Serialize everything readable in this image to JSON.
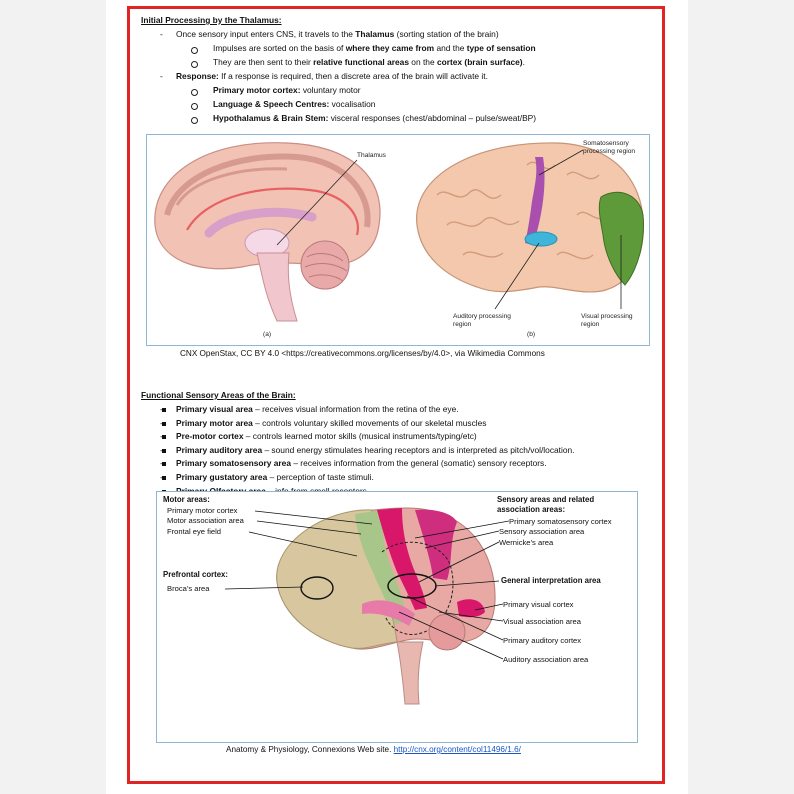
{
  "section1": {
    "title": "Initial Processing by the Thalamus:",
    "b1": {
      "pre": "Once sensory input enters CNS, it travels to the ",
      "bold": "Thalamus",
      "post": " (sorting station of the brain)"
    },
    "s1": {
      "pre": "Impulses are sorted on the basis of ",
      "b1": "where they came from",
      "mid": " and the ",
      "b2": "type of sensation"
    },
    "s2": {
      "pre": "They are then sent to their ",
      "b1": "relative functional areas",
      "mid": " on the ",
      "b2": "cortex (brain surface)",
      "post": "."
    },
    "b2": {
      "bold": "Response:",
      "post": " If a response is required, then a discrete area of the brain will activate it."
    },
    "r1": {
      "bold": "Primary motor cortex:",
      "post": " voluntary motor"
    },
    "r2": {
      "bold": "Language & Speech Centres:",
      "post": " vocalisation"
    },
    "r3": {
      "bold": "Hypothalamus & Brain Stem:",
      "post": " visceral responses (chest/abdominal – pulse/sweat/BP)"
    }
  },
  "figure1": {
    "thalamus": "Thalamus",
    "somato1": "Somatosensory",
    "somato2": "processing region",
    "auditory1": "Auditory processing",
    "auditory2": "region",
    "visual1": "Visual processing",
    "visual2": "region",
    "panel_a": "(a)",
    "panel_b": "(b)",
    "caption": "CNX OpenStax, CC BY 4.0 <https://creativecommons.org/licenses/by/4.0>, via Wikimedia Commons"
  },
  "section2": {
    "title": "Functional Sensory Areas of the Brain:",
    "items": [
      {
        "bold": "Primary visual area",
        "post": " – receives visual information from the retina of the eye."
      },
      {
        "bold": "Primary motor area",
        "post": " – controls voluntary skilled movements of our skeletal muscles"
      },
      {
        "bold": "Pre-motor cortex",
        "post": " – controls learned motor skills (musical instruments/typing/etc)"
      },
      {
        "bold": "Primary auditory area",
        "post": " – sound energy stimulates hearing receptors and is interpreted as pitch/vol/location."
      },
      {
        "bold": "Primary somatosensory area",
        "post": " – receives information from the general (somatic) sensory receptors."
      },
      {
        "bold": "Primary gustatory area",
        "post": " – perception of taste stimuli."
      },
      {
        "bold": "Primary Olfactory area",
        "post": " – info from smell receptors"
      }
    ]
  },
  "figure2": {
    "motor_areas": "Motor areas:",
    "primary_motor": "Primary motor cortex",
    "motor_assoc": "Motor association area",
    "frontal_eye": "Frontal eye field",
    "prefrontal": "Prefrontal cortex:",
    "broca": "Broca’s area",
    "sensory_h1": "Sensory areas and related",
    "sensory_h2": "association areas:",
    "prim_somato": "Primary somatosensory cortex",
    "sens_assoc": "Sensory association area",
    "wernicke": "Wernicke’s area",
    "general_interp": "General interpretation area",
    "prim_visual": "Primary visual cortex",
    "visual_assoc": "Visual association area",
    "prim_auditory": "Primary auditory cortex",
    "auditory_assoc": "Auditory association area",
    "caption_pre": "Anatomy & Physiology, Connexions Web site. ",
    "caption_link": "http://cnx.org/content/col11496/1.6/"
  }
}
